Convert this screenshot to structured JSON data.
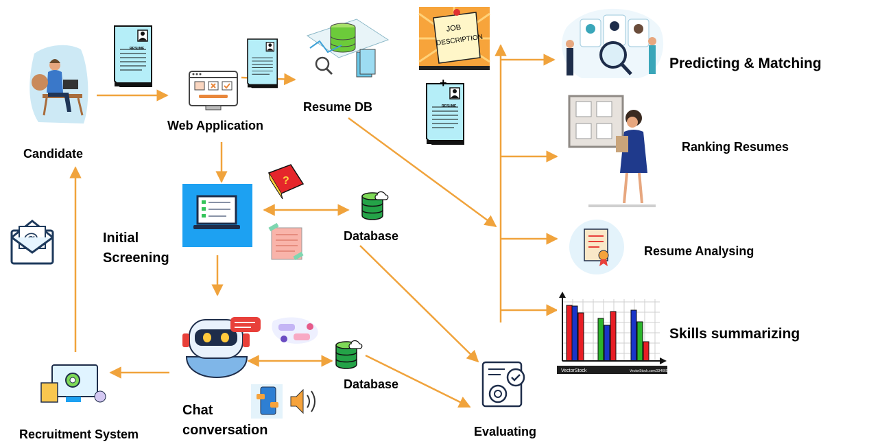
{
  "labels": {
    "candidate": "Candidate",
    "web_application": "Web Application",
    "resume_db": "Resume DB",
    "plus": "+",
    "initial_screening_1": "Initial",
    "initial_screening_2": "Screening",
    "database_top": "Database",
    "database_bottom": "Database",
    "chat_conversation_1": "Chat",
    "chat_conversation_2": "conversation",
    "recruitment_system": "Recruitment System",
    "evaluating": "Evaluating",
    "predicting_matching": "Predicting & Matching",
    "ranking_resumes": "Ranking Resumes",
    "resume_analysing": "Resume Analysing",
    "skills_summarizing": "Skills summarizing"
  },
  "icon_text": {
    "resume": "RESUME",
    "job_description_1": "JOB",
    "job_description_2": "DESCRIPTION",
    "vectorstock": "VectorStock",
    "vectorstock_url": "VectorStock.com/33466046"
  },
  "colors": {
    "arrow": "#F0A33C",
    "document": "#B5EEF8",
    "monitor_screen": "#1DA1F2",
    "bar_red": "#E81E25",
    "bar_blue": "#1A35C9",
    "bar_green": "#2CB52C"
  },
  "icons": [
    "candidate-illustration",
    "resume-document-icon",
    "web-application-icon",
    "resume-db-icon",
    "job-description-icon",
    "laptop-checklist-icon",
    "question-book-icon",
    "note-paper-icon",
    "database-cylinder-icon",
    "email-envelope-icon",
    "chatbot-icon",
    "chat-bubbles-icon",
    "phone-speaker-icon",
    "recruitment-system-icon",
    "evaluating-icon",
    "matching-profiles-icon",
    "presenter-board-icon",
    "certificate-icon",
    "bar-chart-icon"
  ]
}
